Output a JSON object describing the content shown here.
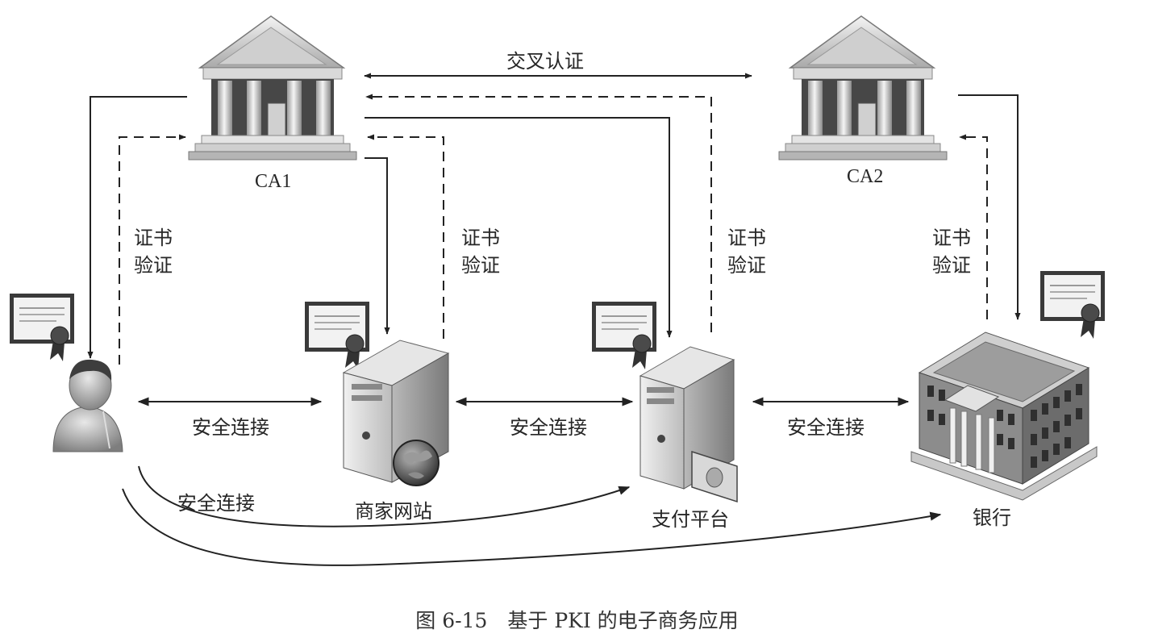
{
  "nodes": {
    "ca1": "CA1",
    "ca2": "CA2",
    "merchant": "商家网站",
    "payment": "支付平台",
    "bank": "银行"
  },
  "labels": {
    "cross_cert": "交叉认证",
    "cert_verify_1": "证书",
    "cert_verify_2": "验证",
    "secure_conn": "安全连接"
  },
  "caption": "图 6-15　基于 PKI 的电子商务应用"
}
